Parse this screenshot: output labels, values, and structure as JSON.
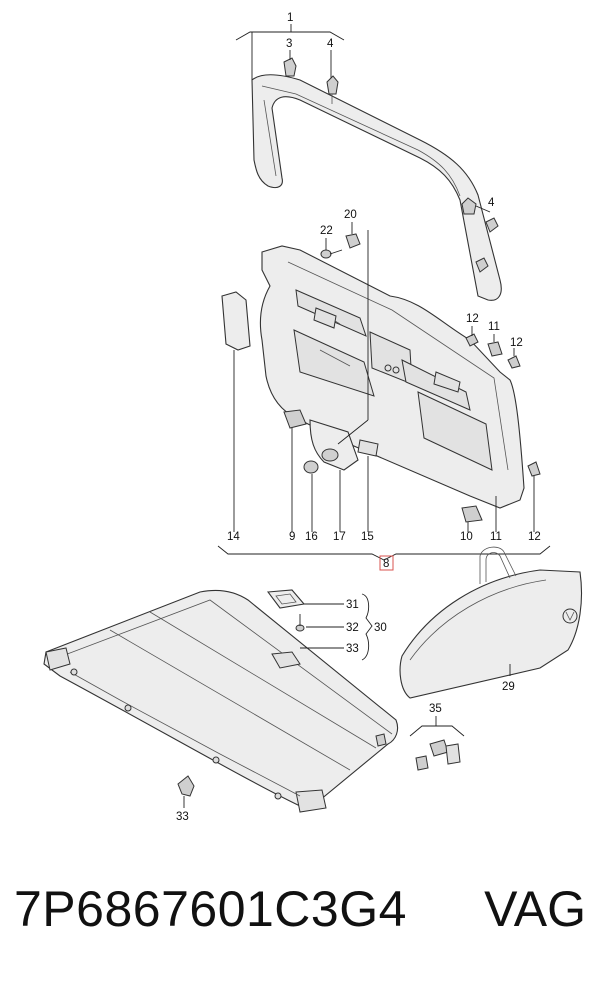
{
  "diagram": {
    "callouts": {
      "c1": "1",
      "c3": "3",
      "c4a": "4",
      "c4b": "4",
      "c20": "20",
      "c22": "22",
      "c12a": "12",
      "c11a": "11",
      "c12b": "12",
      "c14": "14",
      "c9": "9",
      "c16": "16",
      "c17": "17",
      "c15": "15",
      "c10": "10",
      "c11b": "11",
      "c12c": "12",
      "c8": "8",
      "c31": "31",
      "c32": "32",
      "c33a": "33",
      "c30": "30",
      "c29": "29",
      "c35": "35",
      "c33b": "33"
    },
    "highlight_color": "#d9534f"
  },
  "footer": {
    "part_number": "7P6867601C3G4",
    "brand": "VAG"
  }
}
